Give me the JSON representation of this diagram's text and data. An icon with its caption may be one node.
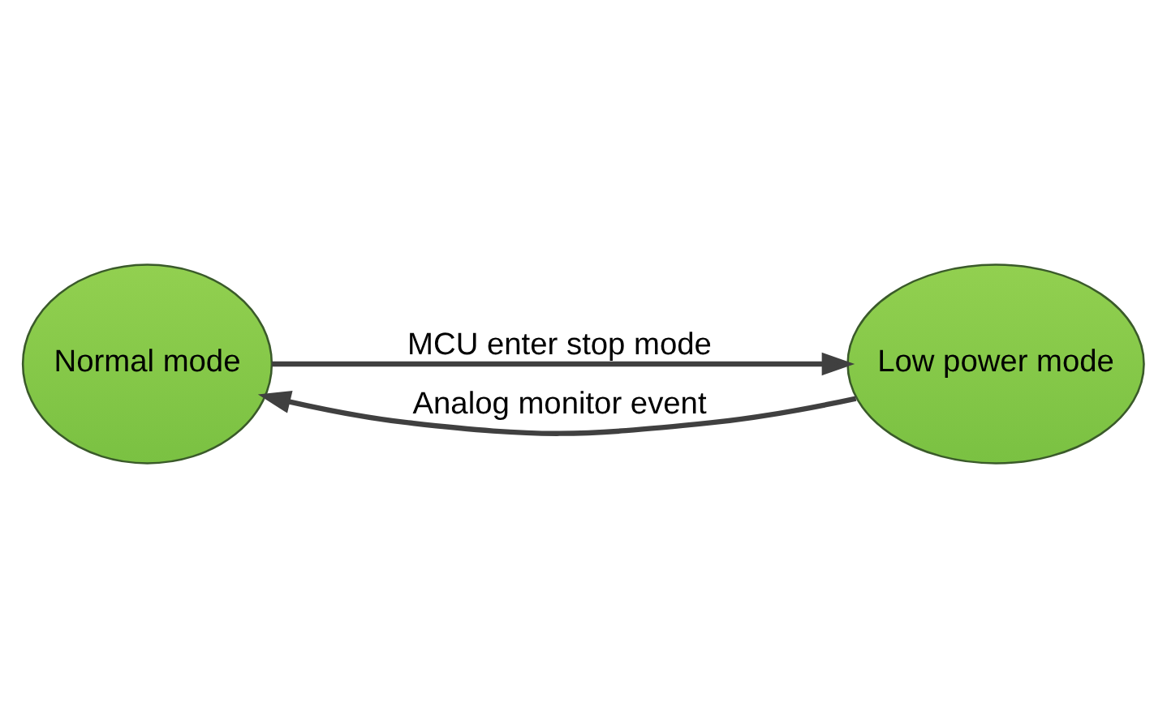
{
  "diagram": {
    "nodes": [
      {
        "text": [
          "Normal mode"
        ]
      },
      {
        "text": [
          "Low power mode"
        ]
      }
    ],
    "edges": [
      {
        "from": 0,
        "to": 1,
        "arrow": "to",
        "label": "MCU enter stop mode"
      },
      {
        "from": 1,
        "to": 0,
        "arrow": "to",
        "label": "Analog monitor event"
      }
    ]
  }
}
